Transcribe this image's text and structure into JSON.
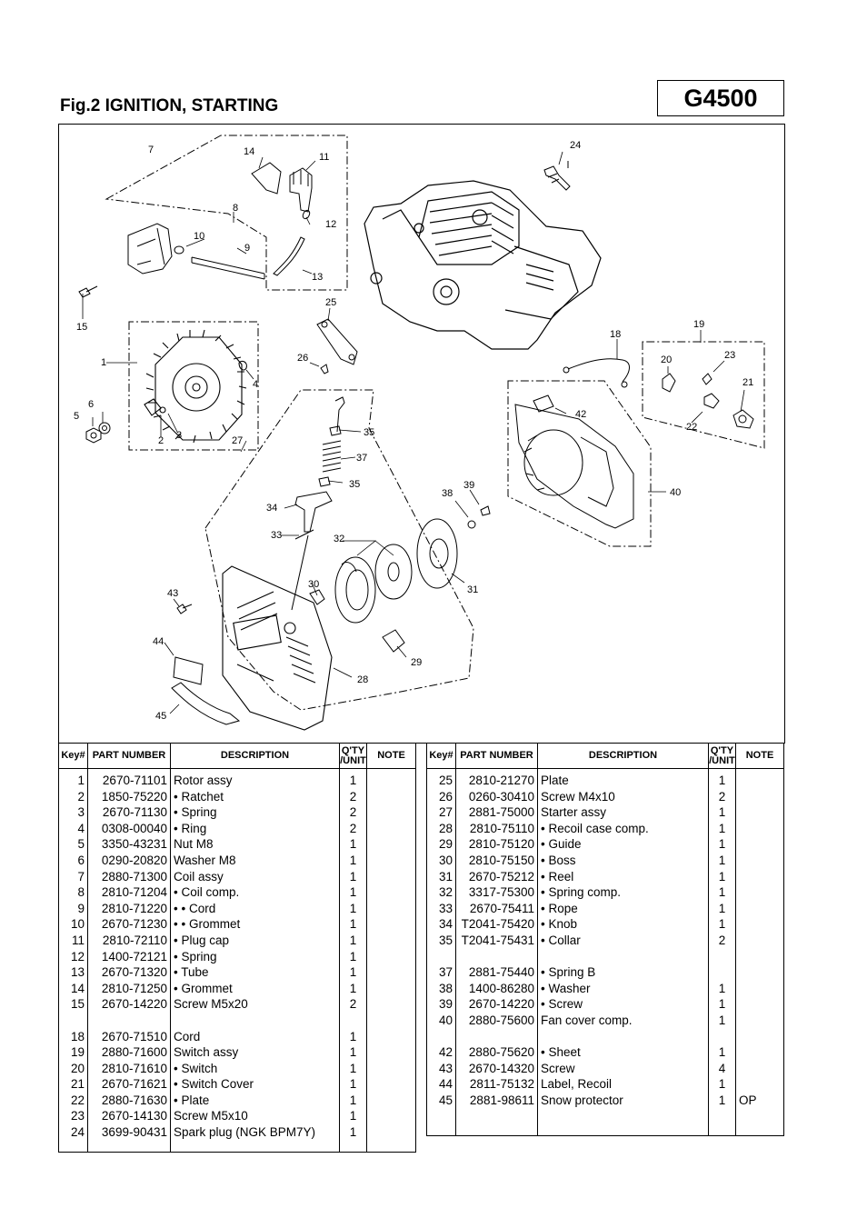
{
  "header": {
    "figure_title": "Fig.2 IGNITION, STARTING",
    "model": "G4500"
  },
  "table_headers": {
    "key": "Key#",
    "part_number": "PART NUMBER",
    "description": "DESCRIPTION",
    "qty_line1": "Q'TY",
    "qty_line2": "/UNIT",
    "note": "NOTE"
  },
  "diagram_labels": [
    "1",
    "2",
    "3",
    "4",
    "5",
    "6",
    "7",
    "8",
    "9",
    "10",
    "11",
    "12",
    "13",
    "14",
    "15",
    "18",
    "19",
    "20",
    "21",
    "22",
    "23",
    "24",
    "25",
    "26",
    "27",
    "28",
    "29",
    "30",
    "31",
    "32",
    "33",
    "34",
    "35",
    "35",
    "37",
    "38",
    "39",
    "40",
    "42",
    "43",
    "44",
    "45"
  ],
  "parts_left": [
    {
      "key": "1",
      "pn": "2670-71101",
      "desc": "Rotor assy",
      "qty": "1",
      "note": ""
    },
    {
      "key": "2",
      "pn": "1850-75220",
      "desc": "• Ratchet",
      "qty": "2",
      "note": ""
    },
    {
      "key": "3",
      "pn": "2670-71130",
      "desc": "• Spring",
      "qty": "2",
      "note": ""
    },
    {
      "key": "4",
      "pn": "0308-00040",
      "desc": "• Ring",
      "qty": "2",
      "note": ""
    },
    {
      "key": "5",
      "pn": "3350-43231",
      "desc": "Nut M8",
      "qty": "1",
      "note": ""
    },
    {
      "key": "6",
      "pn": "0290-20820",
      "desc": "Washer M8",
      "qty": "1",
      "note": ""
    },
    {
      "key": "7",
      "pn": "2880-71300",
      "desc": "Coil assy",
      "qty": "1",
      "note": ""
    },
    {
      "key": "8",
      "pn": "2810-71204",
      "desc": "• Coil comp.",
      "qty": "1",
      "note": ""
    },
    {
      "key": "9",
      "pn": "2810-71220",
      "desc": "• • Cord",
      "qty": "1",
      "note": ""
    },
    {
      "key": "10",
      "pn": "2670-71230",
      "desc": "• • Grommet",
      "qty": "1",
      "note": ""
    },
    {
      "key": "11",
      "pn": "2810-72110",
      "desc": "• Plug cap",
      "qty": "1",
      "note": ""
    },
    {
      "key": "12",
      "pn": "1400-72121",
      "desc": "• Spring",
      "qty": "1",
      "note": ""
    },
    {
      "key": "13",
      "pn": "2670-71320",
      "desc": "• Tube",
      "qty": "1",
      "note": ""
    },
    {
      "key": "14",
      "pn": "2810-71250",
      "desc": "• Grommet",
      "qty": "1",
      "note": ""
    },
    {
      "key": "15",
      "pn": "2670-14220",
      "desc": "Screw M5x20",
      "qty": "2",
      "note": ""
    },
    {
      "key": "",
      "pn": "",
      "desc": "",
      "qty": "",
      "note": ""
    },
    {
      "key": "18",
      "pn": "2670-71510",
      "desc": "Cord",
      "qty": "1",
      "note": ""
    },
    {
      "key": "19",
      "pn": "2880-71600",
      "desc": "Switch assy",
      "qty": "1",
      "note": ""
    },
    {
      "key": "20",
      "pn": "2810-71610",
      "desc": "• Switch",
      "qty": "1",
      "note": ""
    },
    {
      "key": "21",
      "pn": "2670-71621",
      "desc": "• Switch Cover",
      "qty": "1",
      "note": ""
    },
    {
      "key": "22",
      "pn": "2880-71630",
      "desc": "• Plate",
      "qty": "1",
      "note": ""
    },
    {
      "key": "23",
      "pn": "2670-14130",
      "desc": "Screw M5x10",
      "qty": "1",
      "note": ""
    },
    {
      "key": "24",
      "pn": "3699-90431",
      "desc": "Spark plug (NGK BPM7Y)",
      "qty": "1",
      "note": ""
    }
  ],
  "parts_right": [
    {
      "key": "25",
      "pn": "2810-21270",
      "desc": "Plate",
      "qty": "1",
      "note": ""
    },
    {
      "key": "26",
      "pn": "0260-30410",
      "desc": "Screw M4x10",
      "qty": "2",
      "note": ""
    },
    {
      "key": "27",
      "pn": "2881-75000",
      "desc": "Starter assy",
      "qty": "1",
      "note": ""
    },
    {
      "key": "28",
      "pn": "2810-75110",
      "desc": "• Recoil case comp.",
      "qty": "1",
      "note": ""
    },
    {
      "key": "29",
      "pn": "2810-75120",
      "desc": "• Guide",
      "qty": "1",
      "note": ""
    },
    {
      "key": "30",
      "pn": "2810-75150",
      "desc": "• Boss",
      "qty": "1",
      "note": ""
    },
    {
      "key": "31",
      "pn": "2670-75212",
      "desc": "• Reel",
      "qty": "1",
      "note": ""
    },
    {
      "key": "32",
      "pn": "3317-75300",
      "desc": "• Spring comp.",
      "qty": "1",
      "note": ""
    },
    {
      "key": "33",
      "pn": "2670-75411",
      "desc": "• Rope",
      "qty": "1",
      "note": ""
    },
    {
      "key": "34",
      "pn": "T2041-75420",
      "desc": "• Knob",
      "qty": "1",
      "note": ""
    },
    {
      "key": "35",
      "pn": "T2041-75431",
      "desc": "• Collar",
      "qty": "2",
      "note": ""
    },
    {
      "key": "",
      "pn": "",
      "desc": "",
      "qty": "",
      "note": ""
    },
    {
      "key": "37",
      "pn": "2881-75440",
      "desc": "• Spring B",
      "qty": "",
      "note": ""
    },
    {
      "key": "38",
      "pn": "1400-86280",
      "desc": "• Washer",
      "qty": "1",
      "note": ""
    },
    {
      "key": "39",
      "pn": "2670-14220",
      "desc": "• Screw",
      "qty": "1",
      "note": ""
    },
    {
      "key": "40",
      "pn": "2880-75600",
      "desc": "Fan cover comp.",
      "qty": "1",
      "note": ""
    },
    {
      "key": "",
      "pn": "",
      "desc": "",
      "qty": "",
      "note": ""
    },
    {
      "key": "42",
      "pn": "2880-75620",
      "desc": "• Sheet",
      "qty": "1",
      "note": ""
    },
    {
      "key": "43",
      "pn": "2670-14320",
      "desc": "Screw",
      "qty": "4",
      "note": ""
    },
    {
      "key": "44",
      "pn": "2811-75132",
      "desc": "Label, Recoil",
      "qty": "1",
      "note": ""
    },
    {
      "key": "45",
      "pn": "2881-98611",
      "desc": "Snow protector",
      "qty": "1",
      "note": "OP"
    },
    {
      "key": "",
      "pn": "",
      "desc": "",
      "qty": "",
      "note": ""
    }
  ]
}
